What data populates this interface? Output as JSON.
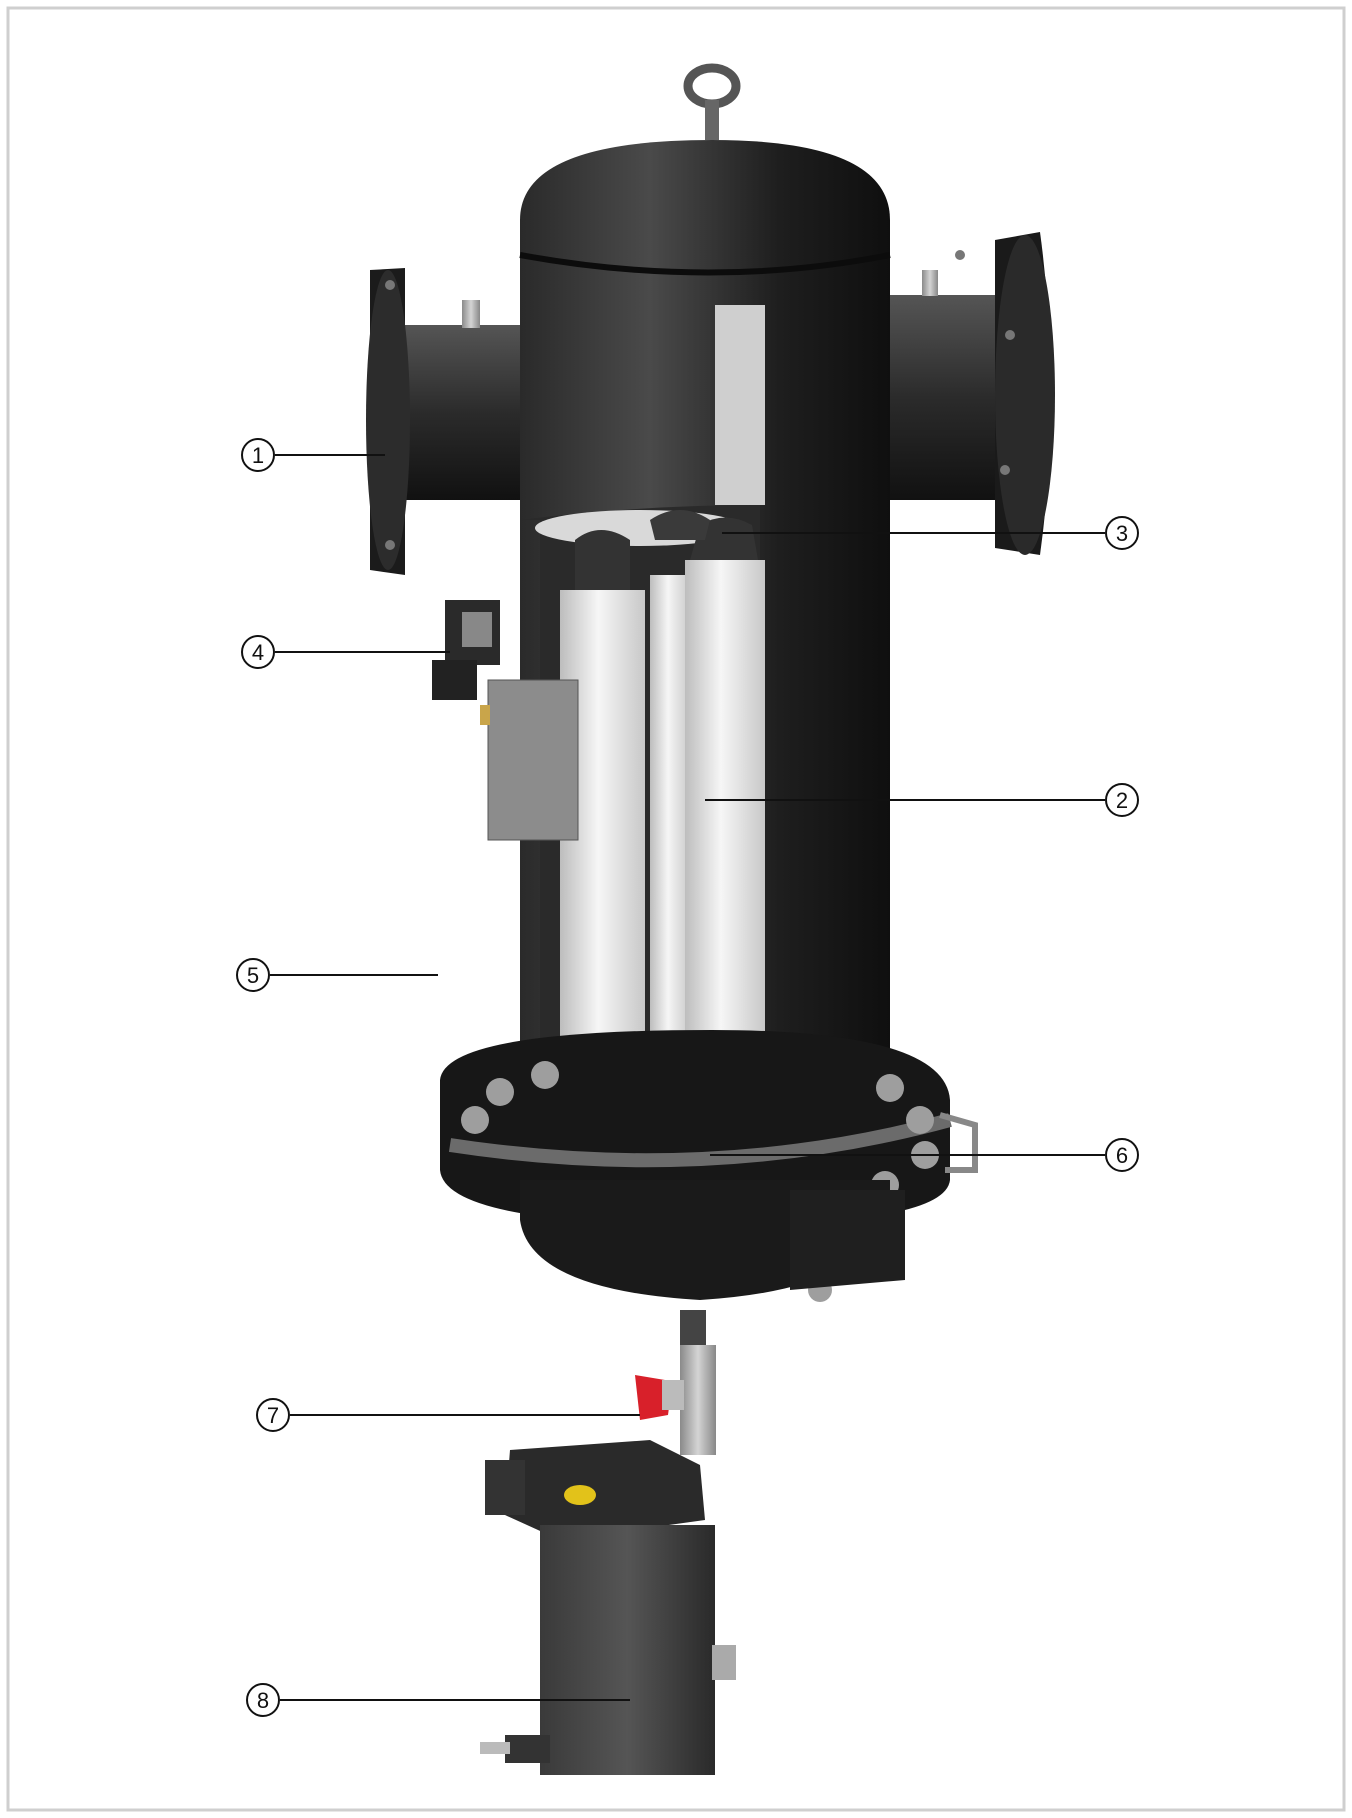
{
  "callouts": [
    {
      "id": "1",
      "label": "1"
    },
    {
      "id": "2",
      "label": "2"
    },
    {
      "id": "3",
      "label": "3"
    },
    {
      "id": "4",
      "label": "4"
    },
    {
      "id": "5",
      "label": "5"
    },
    {
      "id": "6",
      "label": "6"
    },
    {
      "id": "7",
      "label": "7"
    },
    {
      "id": "8",
      "label": "8"
    }
  ],
  "colors": {
    "frame": "#cfcfcf",
    "body": "#1a1a1a",
    "cartridge": "#e8e8e8",
    "valve_handle": "#d8202a",
    "drain_accent": "#e2c21a"
  }
}
